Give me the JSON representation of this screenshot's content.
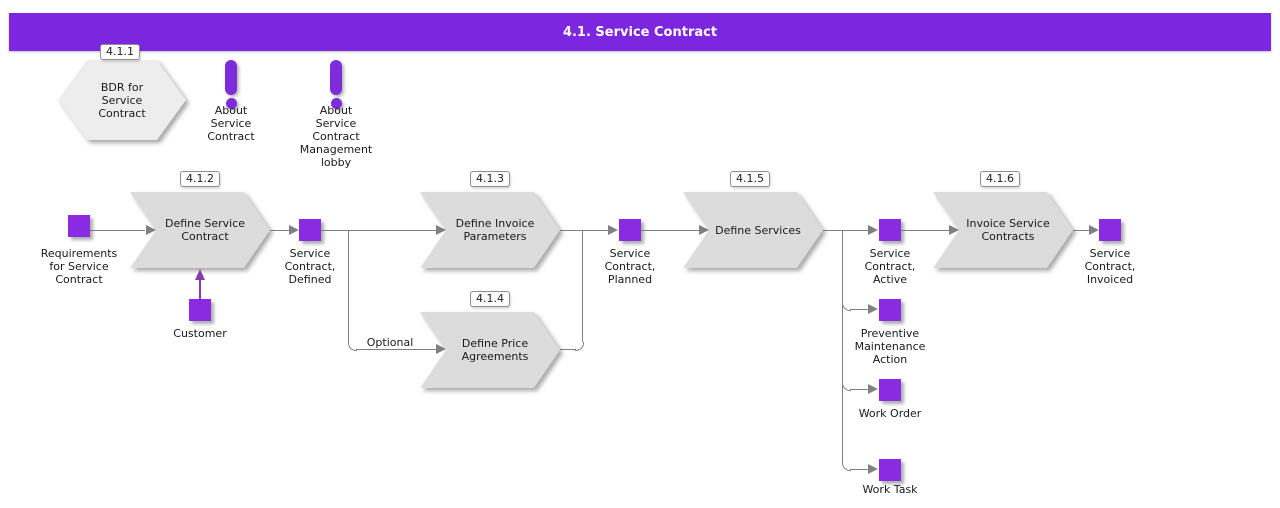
{
  "title": "4.1. Service Contract",
  "colors": {
    "banner_purple": "#7d26e0",
    "node_purple": "#8a2be2",
    "note_purple": "#7e2cdb",
    "customer_arrow_purple": "#8a3ab0",
    "process_gray": "#dcdcdc",
    "hexagon_gray": "#ededed",
    "line_gray": "#808080",
    "text_dark": "#1a1a1a"
  },
  "start_hexagon": {
    "badge": "4.1.1",
    "label": "BDR for\nService\nContract"
  },
  "notes": [
    {
      "label": "About\nService\nContract"
    },
    {
      "label": "About\nService\nContract\nManagement\nlobby"
    }
  ],
  "processes": [
    {
      "badge": "4.1.2",
      "label": "Define Service\nContract"
    },
    {
      "badge": "4.1.3",
      "label": "Define Invoice\nParameters"
    },
    {
      "badge": "4.1.4",
      "label": "Define Price\nAgreements"
    },
    {
      "badge": "4.1.5",
      "label": "Define Services"
    },
    {
      "badge": "4.1.6",
      "label": "Invoice Service\nContracts"
    }
  ],
  "events": [
    {
      "label": "Requirements\nfor Service\nContract"
    },
    {
      "label": "Service\nContract,\nDefined"
    },
    {
      "label": "Service\nContract,\nPlanned"
    },
    {
      "label": "Service\nContract,\nActive"
    },
    {
      "label": "Service\nContract,\nInvoiced"
    },
    {
      "label": "Customer"
    },
    {
      "label": "Preventive\nMaintenance\nAction"
    },
    {
      "label": "Work Order"
    },
    {
      "label": "Work Task"
    }
  ],
  "edge_labels": {
    "optional": "Optional"
  }
}
